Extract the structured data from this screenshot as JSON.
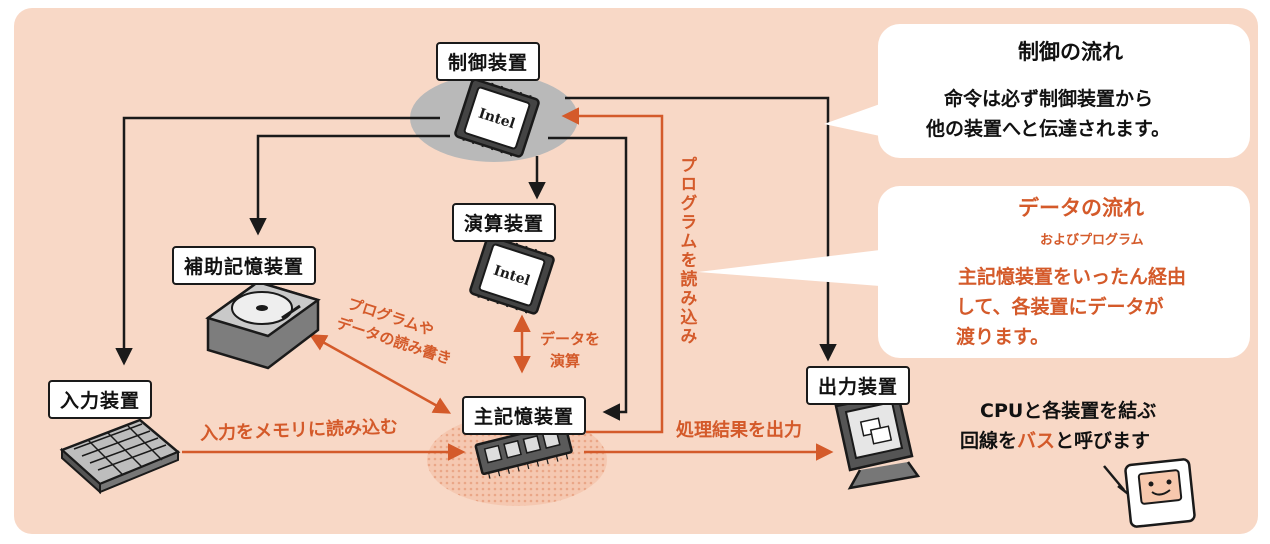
{
  "nodes": {
    "control": "制御装置",
    "alu": "演算装置",
    "aux": "補助記憶装置",
    "input": "入力装置",
    "memory": "主記憶装置",
    "output": "出力装置"
  },
  "chip_marks": {
    "control": "Intel",
    "alu": "Intel"
  },
  "edge_labels": {
    "program_read": "プログラムを読み込み",
    "aux_rw_1": "プログラムや",
    "aux_rw_2": "データの読み書き",
    "alu_calc_1": "データを",
    "alu_calc_2": "演算",
    "input_to_mem": "入力をメモリに読み込む",
    "mem_to_output": "処理結果を出力"
  },
  "legend_control": {
    "title": "制御の流れ",
    "line1": "命令は必ず制御装置から",
    "line2": "他の装置へと伝達されます。"
  },
  "legend_data": {
    "title": "データの流れ",
    "subtitle": "およびプログラム",
    "line1": "主記憶装置をいったん経由",
    "line2": "して、各装置にデータが",
    "line3": "渡ります。"
  },
  "bus_note": {
    "line1": "CPUと各装置を結ぶ",
    "line2_a": "回線を",
    "line2_b": "バス",
    "line2_c": "と呼びます"
  },
  "colors": {
    "background": "#f8d8c6",
    "control_flow": "#1a1a1a",
    "data_flow": "#d45a2a"
  }
}
